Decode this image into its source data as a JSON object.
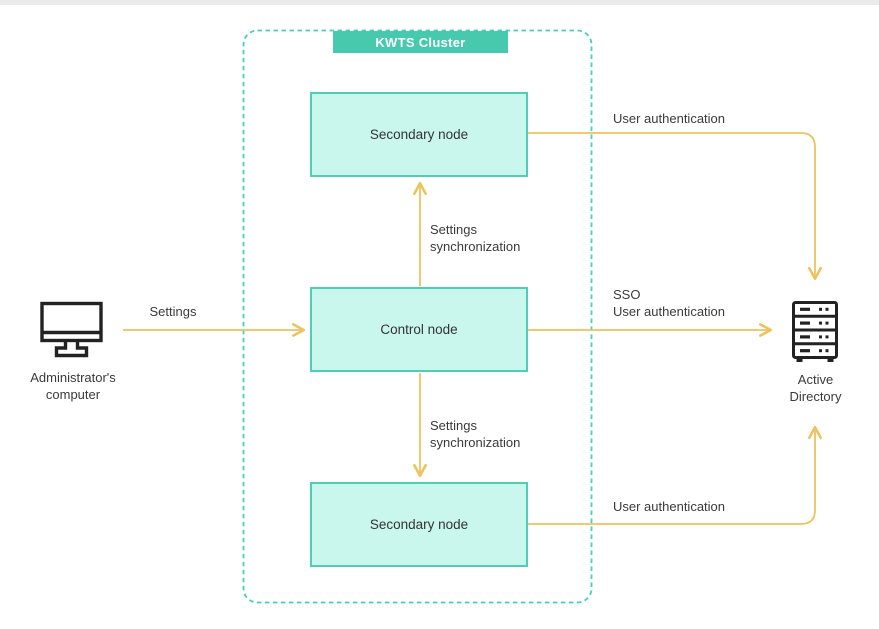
{
  "colors": {
    "teal": "#47c9ae",
    "teal_dash": "#3fd1bb",
    "node_fill": "#c9f7ee",
    "node_border": "#4fcdb6",
    "arrow": "#edc35f",
    "ink": "#222222",
    "text": "#3a3a3a"
  },
  "cluster": {
    "label": "KWTS Cluster"
  },
  "nodes": {
    "secondary_top": {
      "label": "Secondary node"
    },
    "control": {
      "label": "Control node"
    },
    "secondary_bottom": {
      "label": "Secondary node"
    }
  },
  "external": {
    "admin_computer": {
      "line1": "Administrator's",
      "line2": "computer"
    },
    "active_directory": {
      "line1": "Active",
      "line2": "Directory"
    }
  },
  "edges": {
    "settings": {
      "label": "Settings"
    },
    "sync_top": {
      "line1": "Settings",
      "line2": "synchronization"
    },
    "sync_bottom": {
      "line1": "Settings",
      "line2": "synchronization"
    },
    "user_auth_top": {
      "label": "User authentication"
    },
    "sso": {
      "line1": "SSO",
      "line2": "User authentication"
    },
    "user_auth_bottom": {
      "label": "User authentication"
    }
  }
}
